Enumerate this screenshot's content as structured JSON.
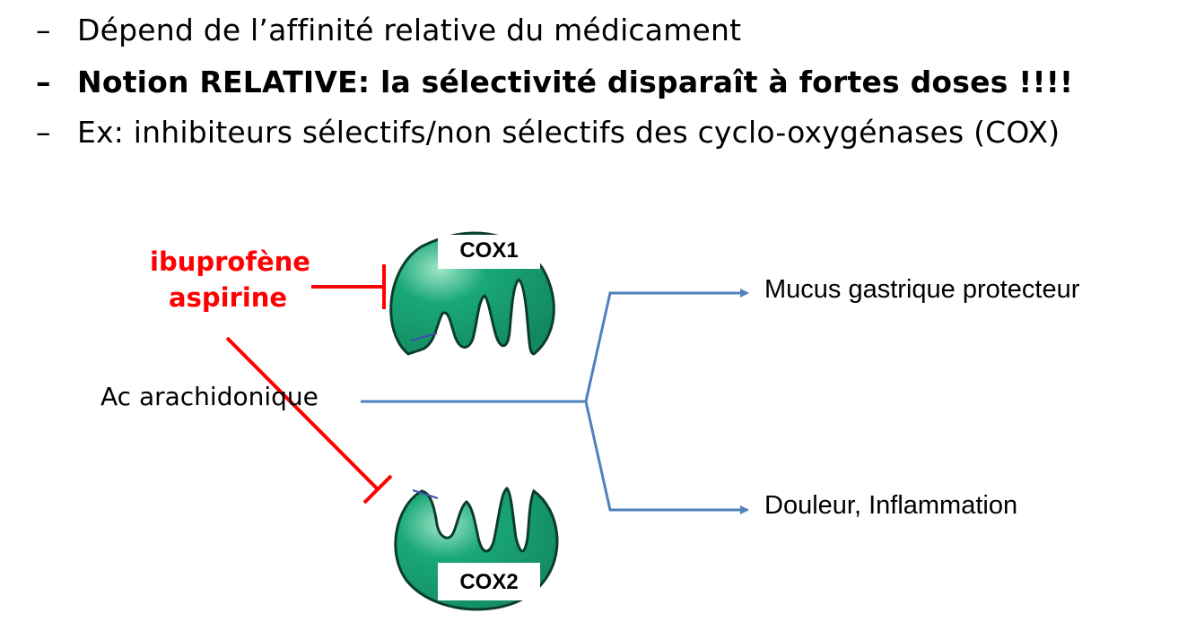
{
  "bullets": [
    {
      "dash": "–",
      "text": "Dépend de l’affinité relative du médicament"
    },
    {
      "dash": "–",
      "text": "Notion RELATIVE: la sélectivité disparaît à fortes doses !!!!"
    },
    {
      "dash": "–",
      "text": "Ex: inhibiteurs sélectifs/non sélectifs des cyclo-oxygénases (COX)"
    }
  ],
  "diagram": {
    "inhibitors": {
      "line1": "ibuprofène",
      "line2": "aspirine"
    },
    "substrate": "Ac arachidonique",
    "enzymes": {
      "cox1": "COX1",
      "cox2": "COX2"
    },
    "outputs": {
      "top": "Mucus gastrique protecteur",
      "bottom": "Douleur, Inflammation"
    },
    "colors": {
      "inhibitor": "#ff0000",
      "pathway": "#4f81bd",
      "enzyme": "#1aa878"
    }
  }
}
